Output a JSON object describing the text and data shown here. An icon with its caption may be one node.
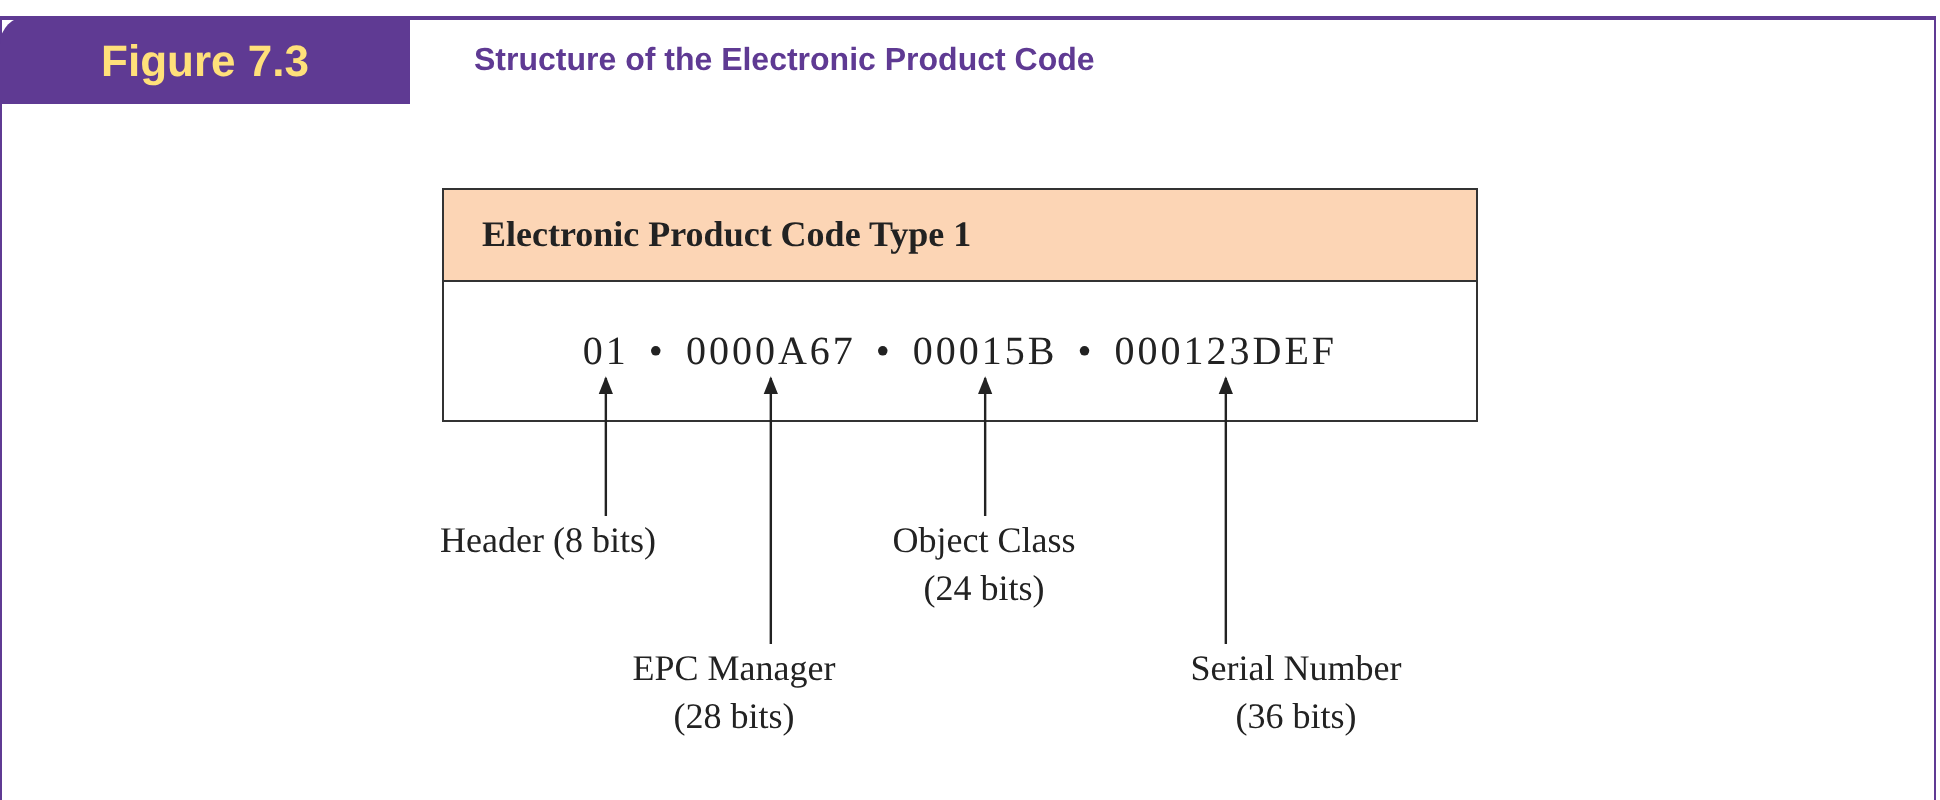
{
  "diagram": {
    "title": "Structure of the Electronic Product Code",
    "nodes": [
      {
        "text": [
          "Electronic Product Code Type 1"
        ]
      },
      {
        "text": [
          "01"
        ],
        "in": 0
      },
      {
        "text": [
          "0000A67"
        ],
        "in": 0
      },
      {
        "text": [
          "00015B"
        ],
        "in": 0
      },
      {
        "text": [
          "000123DEF"
        ],
        "in": 0
      },
      {
        "text": [
          "Header (8 bits)"
        ]
      },
      {
        "text": [
          "EPC Manager (28 bits)"
        ]
      },
      {
        "text": [
          "Object Class (24 bits)"
        ]
      },
      {
        "text": [
          "Serial Number (36 bits)"
        ]
      }
    ],
    "edges": [
      {
        "from": 5,
        "to": 1,
        "arrow": "to"
      },
      {
        "from": 6,
        "to": 2,
        "arrow": "to"
      },
      {
        "from": 7,
        "to": 3,
        "arrow": "to"
      },
      {
        "from": 8,
        "to": 4,
        "arrow": "to"
      }
    ],
    "labels": [
      "Figure 7.3",
      "•",
      "•",
      "•"
    ]
  }
}
